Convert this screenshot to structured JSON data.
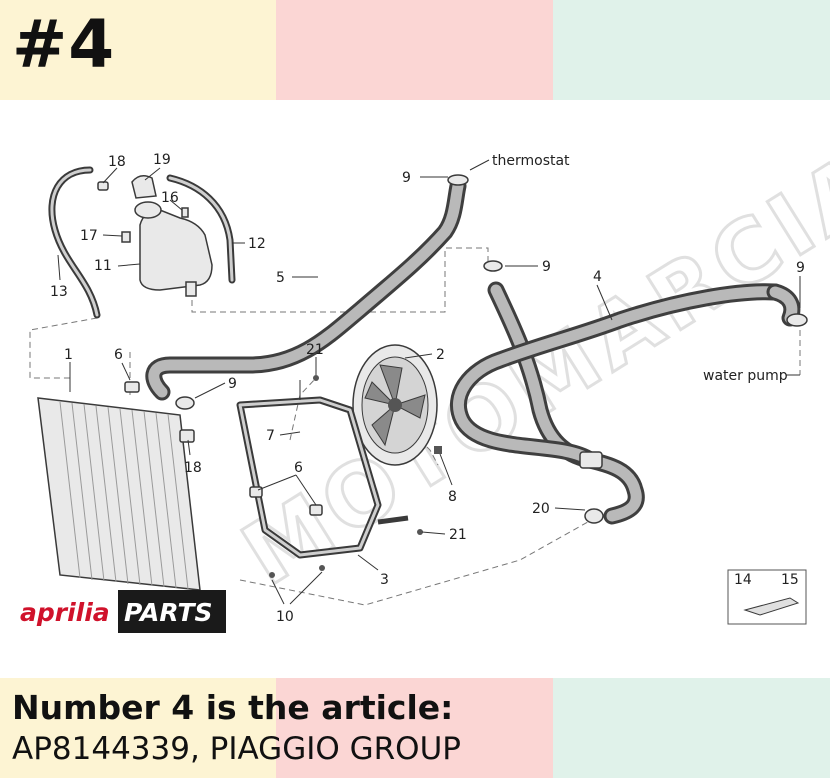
{
  "header": {
    "number": "#4"
  },
  "diagram": {
    "labels": {
      "p1": "1",
      "p2": "2",
      "p3": "3",
      "p4": "4",
      "p5": "5",
      "p6a": "6",
      "p6b": "6",
      "p7": "7",
      "p8": "8",
      "p9a": "9",
      "p9b": "9",
      "p9c": "9",
      "p9d": "9",
      "p10": "10",
      "p11": "11",
      "p12": "12",
      "p13": "13",
      "p14": "14",
      "p15": "15",
      "p16": "16",
      "p17": "17",
      "p18a": "18",
      "p18b": "18",
      "p19": "19",
      "p20": "20",
      "p21a": "21",
      "p21b": "21"
    },
    "annotations": {
      "thermostat": "thermostat",
      "water_pump": "water pump"
    },
    "watermark": "MOTOMARCIA",
    "logo": {
      "brand": "aprilia",
      "suffix": "PARTS"
    }
  },
  "caption": {
    "line1": "Number 4 is the article:",
    "line2": "AP8144339, PIAGGIO GROUP"
  },
  "colors": {
    "yellow_band": "#fdf4d3",
    "pink_band": "#fbd6d4",
    "green_band": "#e0f2ea",
    "aprilia_red": "#d0122b"
  }
}
